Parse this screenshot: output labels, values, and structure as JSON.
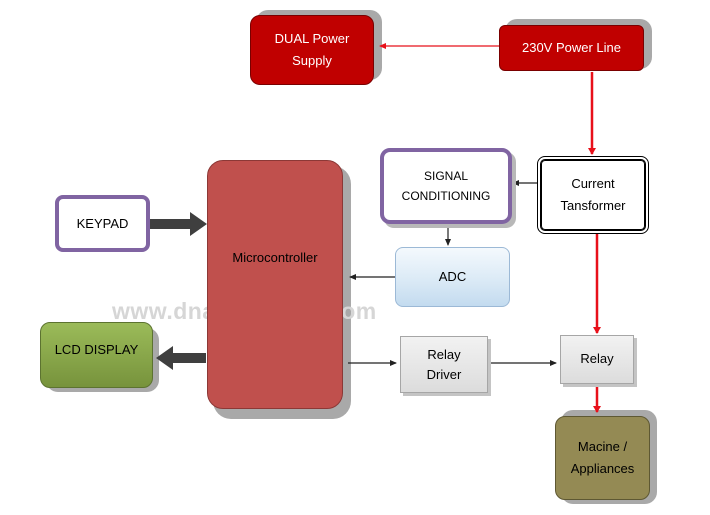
{
  "diagram": {
    "dual_power_supply": "DUAL Power\nSupply",
    "power_line": "230V Power Line",
    "signal_conditioning": "SIGNAL\nCONDITIONING",
    "current_transformer": "Current\nTansformer",
    "keypad": "KEYPAD",
    "microcontroller": "Microcontroller",
    "adc": "ADC",
    "lcd_display": "LCD DISPLAY",
    "relay_driver": "Relay\nDriver",
    "relay": "Relay",
    "machine_appliances": "Macine /\nAppliances",
    "watermark": "www.dnatechindia.com"
  },
  "colors": {
    "red_box": "#c00000",
    "red_line": "#e8101a",
    "micro": "#c0504d",
    "purple_border": "#8064a2",
    "lcd_green": "#77933c",
    "machine_olive": "#948a54",
    "grey_box": "#e4e4e4",
    "adc_blue": "#dbeaf6"
  }
}
